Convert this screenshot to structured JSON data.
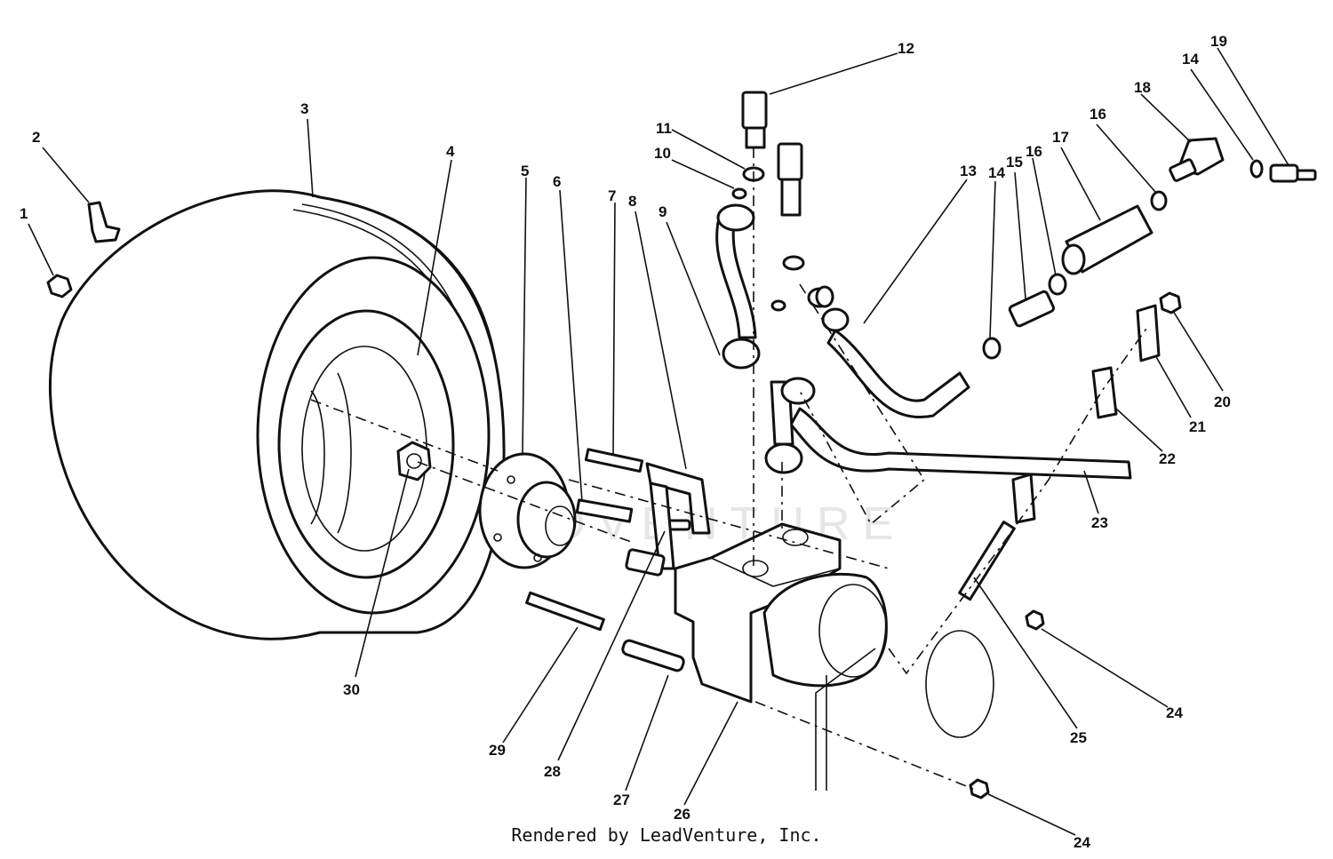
{
  "diagram": {
    "callouts": [
      {
        "label": "1"
      },
      {
        "label": "2"
      },
      {
        "label": "3"
      },
      {
        "label": "4"
      },
      {
        "label": "5"
      },
      {
        "label": "6"
      },
      {
        "label": "7"
      },
      {
        "label": "8"
      },
      {
        "label": "9"
      },
      {
        "label": "10"
      },
      {
        "label": "11"
      },
      {
        "label": "12"
      },
      {
        "label": "13"
      },
      {
        "label": "14"
      },
      {
        "label": "15"
      },
      {
        "label": "16"
      },
      {
        "label": "17"
      },
      {
        "label": "18"
      },
      {
        "label": "14"
      },
      {
        "label": "19"
      },
      {
        "label": "16"
      },
      {
        "label": "20"
      },
      {
        "label": "21"
      },
      {
        "label": "22"
      },
      {
        "label": "23"
      },
      {
        "label": "24"
      },
      {
        "label": "25"
      },
      {
        "label": "24"
      },
      {
        "label": "26"
      },
      {
        "label": "27"
      },
      {
        "label": "28"
      },
      {
        "label": "29"
      },
      {
        "label": "30"
      }
    ]
  },
  "watermark": "LEADVENTURE",
  "footer": {
    "credit": "Rendered by LeadVenture, Inc."
  }
}
